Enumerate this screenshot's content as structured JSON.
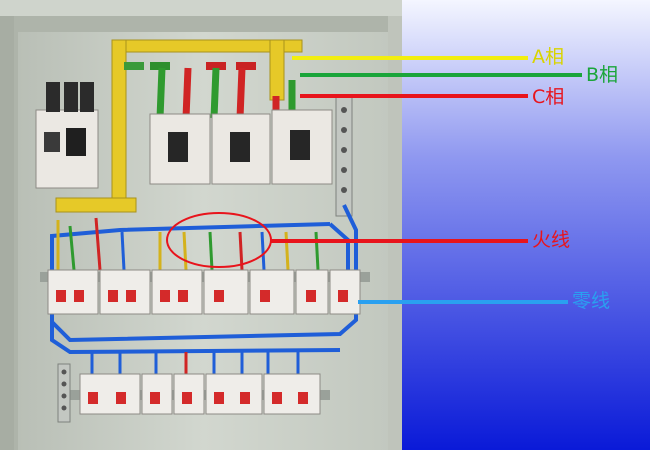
{
  "annotations": [
    {
      "id": "phase-a",
      "text": "A相",
      "color": "#f2ee10"
    },
    {
      "id": "phase-b",
      "text": "B相",
      "color": "#1aa53a"
    },
    {
      "id": "phase-c",
      "text": "C相",
      "color": "#e8141c"
    },
    {
      "id": "live",
      "text": "火线",
      "color": "#e8141c"
    },
    {
      "id": "neutral",
      "text": "零线",
      "color": "#2aa0f0"
    }
  ],
  "colors": {
    "background_gradient": [
      "#ffffff",
      "#0a1ad8"
    ],
    "cabinet": "#c9cfc6",
    "breaker_body": "#ece9e4",
    "breaker_toggle": "#d42a2a",
    "busbar_yellow": "#e6c928",
    "wire_blue": "#1f5ed8",
    "highlight_ellipse": "#e8141c"
  }
}
